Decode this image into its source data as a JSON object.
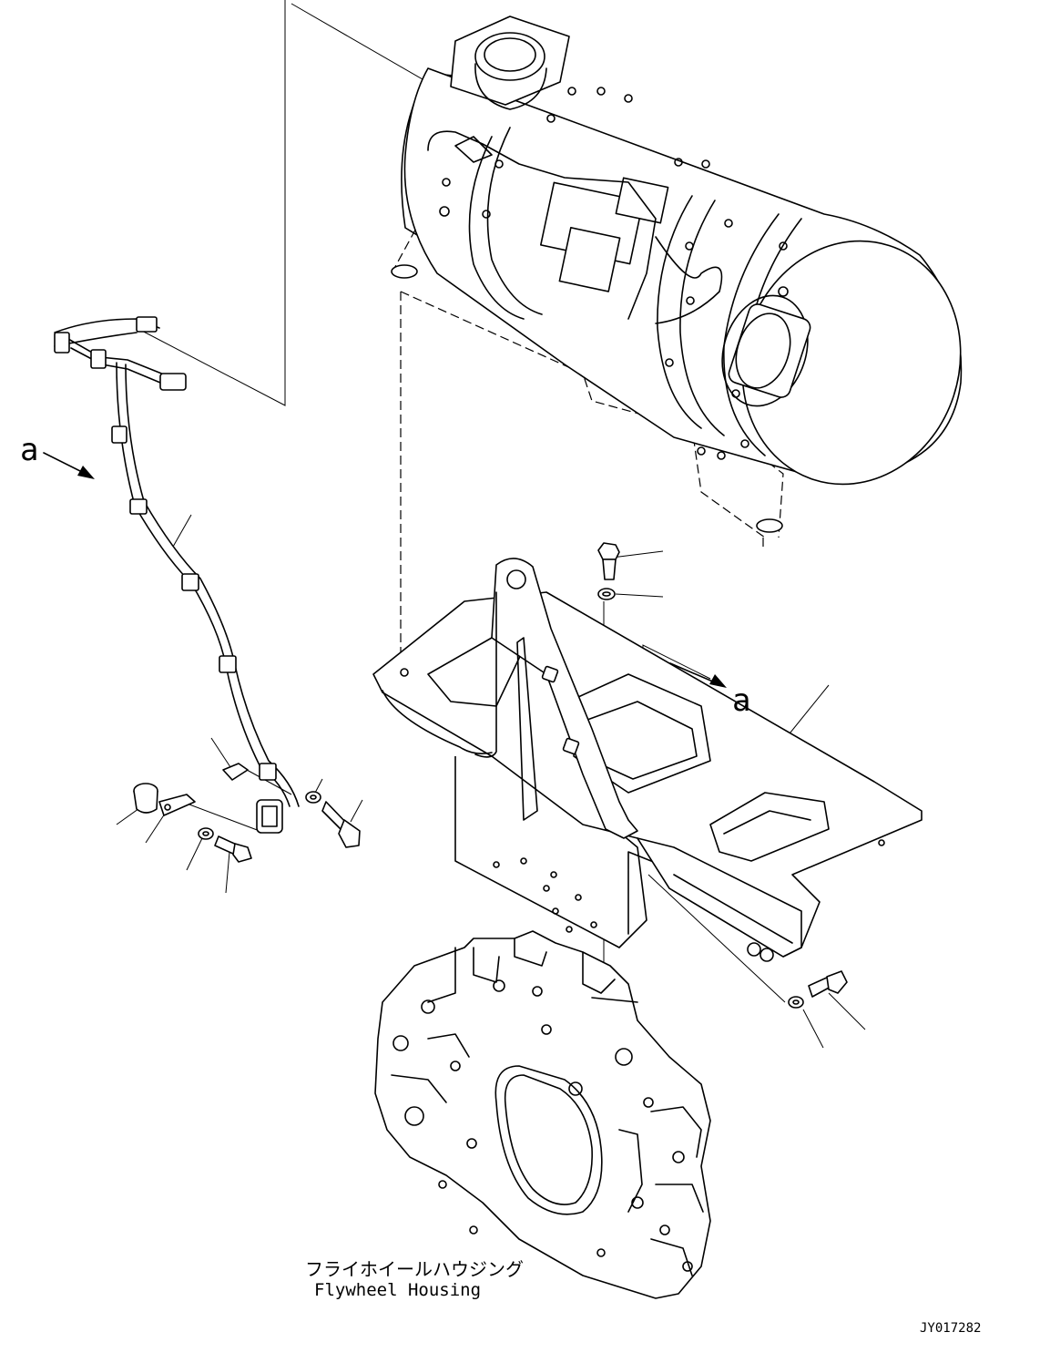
{
  "diagram": {
    "labels": {
      "view_marker_left": "a",
      "view_marker_right": "a",
      "housing_jp": "フライホイールハウジング",
      "housing_en": "Flywheel Housing",
      "drawing_number": "JY017282"
    },
    "colors": {
      "ink": "#000000",
      "paper": "#ffffff"
    }
  }
}
